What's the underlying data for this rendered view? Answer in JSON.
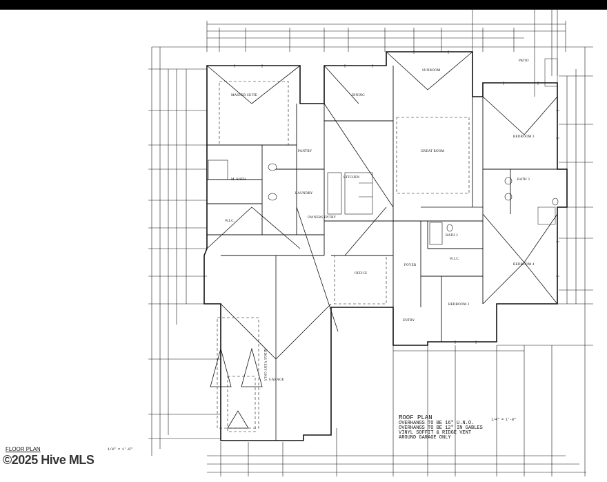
{
  "rooms": {
    "master_suite": "MASTER SUITE",
    "dining": "DINING",
    "sunroom": "SUNROOM",
    "patio": "PATIO",
    "great_room": "GREAT ROOM",
    "pantry": "PANTRY",
    "kitchen": "KITCHEN",
    "m_bath": "M. BATH",
    "laundry": "LAUNDRY",
    "owners_entry": "OWNERS ENTRY",
    "wic": "W.I.C.",
    "bedroom_3": "BEDROOM 3",
    "bath_2": "BATH 2",
    "bath_3": "BATH 3",
    "bedroom_4": "BEDROOM 4",
    "bedroom_2": "BEDROOM 2",
    "foyer": "FOYER",
    "entry": "ENTRY",
    "office": "OFFICE",
    "wic2": "W.I.C.",
    "garage_ridge": "RIDGE VENT ONLY",
    "garage_label": "GARAGE"
  },
  "roof_plan": {
    "title": "ROOF PLAN",
    "line1": "OVERHANGS TO BE 16\" U.N.O.",
    "line2": "OVERHANGS TO BE 12\" IN GABLES",
    "line3": "VINYL SOFFIT & RIDGE VENT",
    "line4": "AROUND GARAGE ONLY",
    "scale": "1/4\" = 1'-0\""
  },
  "floor_plan": {
    "title": "FLOOR PLAN",
    "scale": "1/4\" = 1'-0\""
  },
  "watermark": "©2025 Hive MLS",
  "colors": {
    "ink": "#111111",
    "background": "#ffffff",
    "bar": "#000000"
  }
}
